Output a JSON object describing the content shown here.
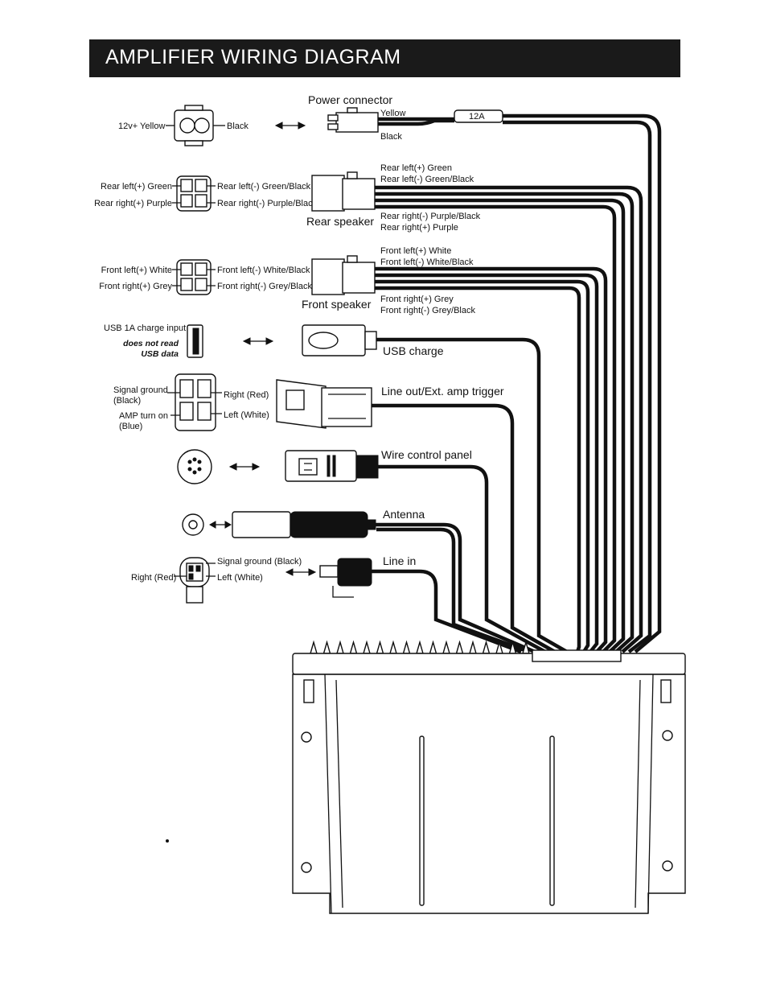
{
  "title": "AMPLIFIER WIRING DIAGRAM",
  "power": {
    "left_label": "12v+ Yellow",
    "right_label": "Black",
    "connector_label": "Power connector",
    "wire_top": "Yellow",
    "wire_bottom": "Black",
    "fuse": "12A"
  },
  "rear": {
    "pin_tl": "Rear left(+) Green",
    "pin_tr": "Rear left(-) Green/Black",
    "pin_bl": "Rear right(+) Purple",
    "pin_br": "Rear right(-) Purple/Black",
    "connector_label": "Rear speaker",
    "wire_1": "Rear left(+) Green",
    "wire_2": "Rear left(-) Green/Black",
    "wire_3": "Rear right(-) Purple/Black",
    "wire_4": "Rear right(+) Purple"
  },
  "front": {
    "pin_tl": "Front left(+) White",
    "pin_tr": "Front left(-) White/Black",
    "pin_bl": "Front right(+) Grey",
    "pin_br": "Front right(-) Grey/Black",
    "connector_label": "Front speaker",
    "wire_1": "Front left(+) White",
    "wire_2": "Front left(-) White/Black",
    "wire_3": "Front right(+) Grey",
    "wire_4": "Front right(-) Grey/Black"
  },
  "usb": {
    "input_label": "USB 1A charge input",
    "note_1": "does not read",
    "note_2": "USB data",
    "connector_label": "USB charge"
  },
  "lineout": {
    "signal_ground_1": "Signal ground",
    "signal_ground_2": "(Black)",
    "amp_turn_on_1": "AMP turn on",
    "amp_turn_on_2": "(Blue)",
    "right": "Right (Red)",
    "left": "Left (White)",
    "connector_label": "Line out/Ext. amp trigger"
  },
  "wirecontrol": {
    "connector_label": "Wire control panel"
  },
  "antenna": {
    "connector_label": "Antenna"
  },
  "linein": {
    "signal_ground": "Signal ground (Black)",
    "right": "Right (Red)",
    "left": "Left (White)",
    "connector_label": "Line in"
  }
}
